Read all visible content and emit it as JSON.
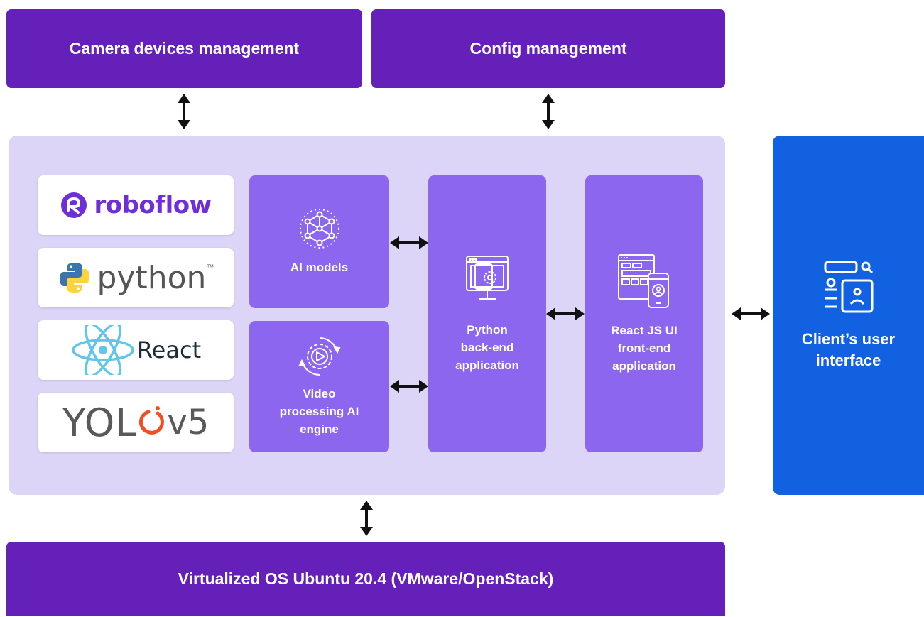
{
  "top_bars": {
    "camera": "Camera devices management",
    "config": "Config management"
  },
  "bottom_bar": "Virtualized OS Ubuntu 20.4 (VMware/OpenStack)",
  "logos": {
    "roboflow": "roboflow",
    "python": "python",
    "python_tm": "™",
    "react": "React",
    "yolo_left": "YOL",
    "yolo_right": "v5"
  },
  "cards": {
    "ai_models": "AI models",
    "video_engine": "Video\nprocessing AI\nengine",
    "python_backend": "Python\nback-end\napplication",
    "react_frontend": "React JS UI\nfront-end\napplication"
  },
  "client": "Client’s user\ninterface",
  "colors": {
    "dark_purple": "#6420b8",
    "panel": "#ddd5f8",
    "card": "#8c66ee",
    "client_blue": "#1261e0",
    "roboflow_purple": "#6f2ed6",
    "react_blue": "#61c6e8",
    "yolo_orange": "#ef4f22"
  },
  "icons": [
    "roboflow-icon",
    "python-icon",
    "react-icon",
    "yolo-flame-icon",
    "network-cube-icon",
    "video-gear-icon",
    "monitor-gear-icon",
    "web-mobile-icon",
    "ui-search-profile-icon",
    "double-arrow-icon"
  ]
}
